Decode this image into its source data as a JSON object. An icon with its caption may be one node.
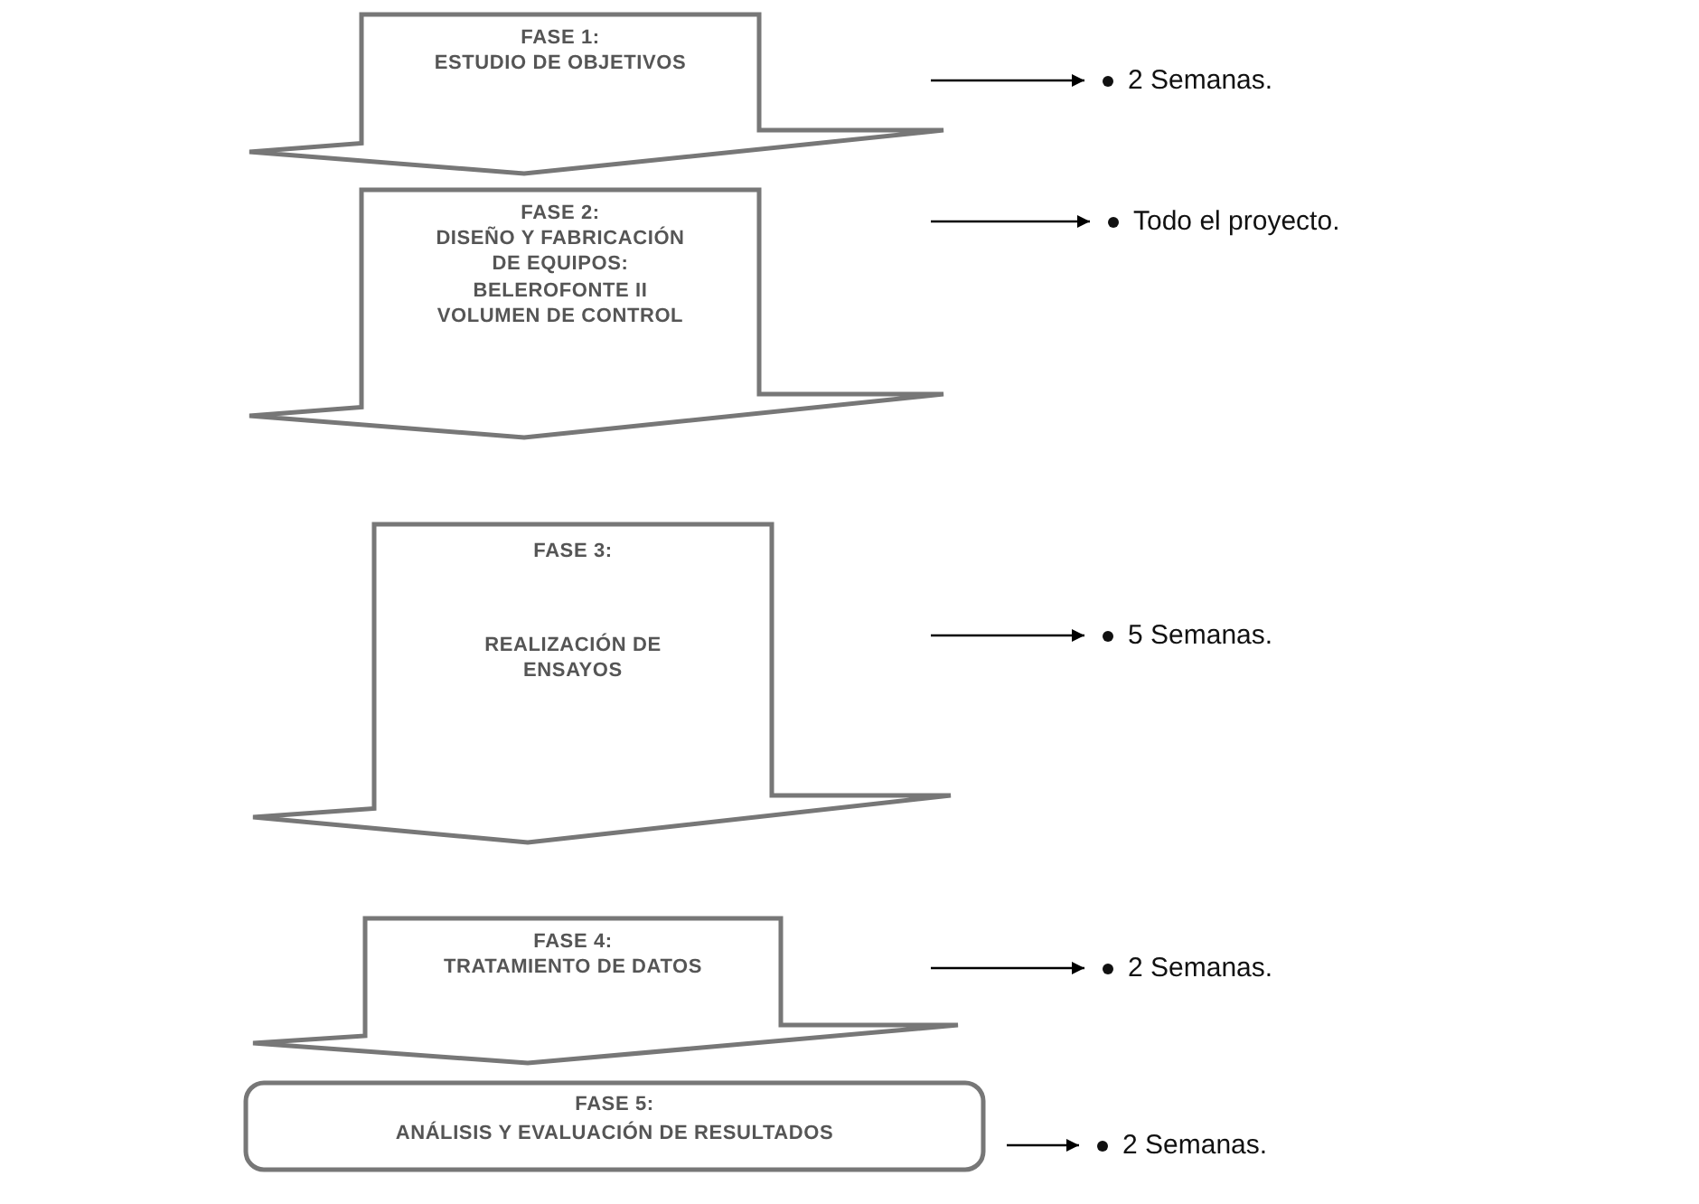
{
  "diagram": {
    "nodes": [
      {
        "text": [
          "FASE 1:",
          "ESTUDIO DE OBJETIVOS"
        ]
      },
      {
        "text": [
          "FASE 2:",
          "DISEÑO Y FABRICACIÓN DE EQUIPOS: BELEROFONTE II VOLUMEN DE CONTROL"
        ]
      },
      {
        "text": [
          "FASE 3:",
          "REALIZACIÓN DE ENSAYOS"
        ]
      },
      {
        "text": [
          "FASE 4:",
          "TRATAMIENTO DE DATOS"
        ]
      },
      {
        "text": [
          "FASE 5:",
          "ANÁLISIS Y EVALUACIÓN DE RESULTADOS"
        ]
      },
      {
        "text": [
          "2 Semanas."
        ]
      },
      {
        "text": [
          "Todo el proyecto."
        ]
      },
      {
        "text": [
          "5 Semanas."
        ]
      },
      {
        "text": [
          "2 Semanas."
        ]
      },
      {
        "text": [
          "2 Semanas."
        ]
      }
    ],
    "edges": [
      {
        "from": null,
        "to": 5,
        "arrow": "to"
      },
      {
        "from": null,
        "to": 6,
        "arrow": "to"
      },
      {
        "from": null,
        "to": 7,
        "arrow": "to"
      },
      {
        "from": null,
        "to": 8,
        "arrow": "to"
      },
      {
        "from": null,
        "to": 9,
        "arrow": "to"
      }
    ]
  }
}
